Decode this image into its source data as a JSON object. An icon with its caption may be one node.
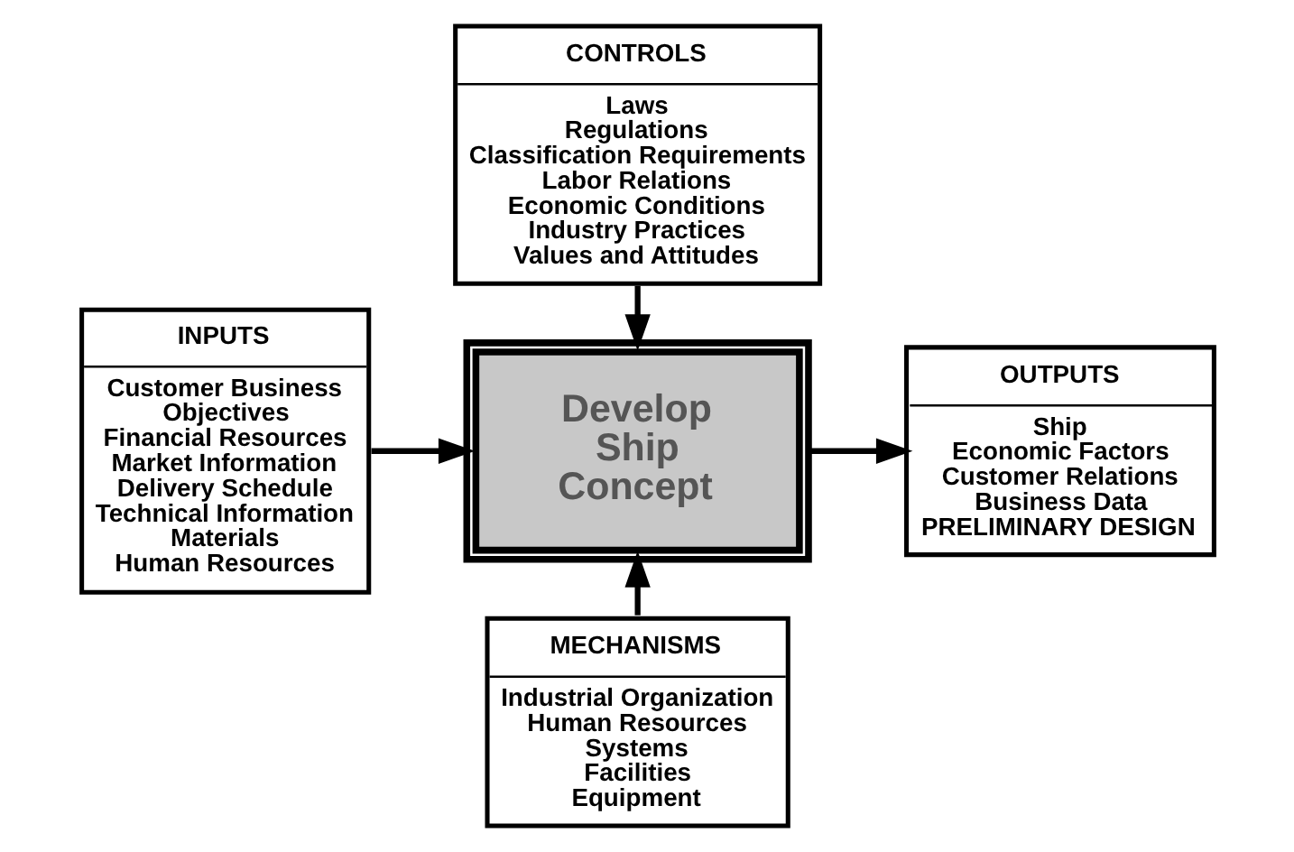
{
  "diagram": {
    "nodes": [
      {
        "text": [
          "CONTROLS",
          "Laws",
          "Regulations",
          "Classification Requirements",
          "Labor Relations",
          "Economic Conditions",
          "Industry Practices",
          "Values and Attitudes"
        ]
      },
      {
        "text": [
          "INPUTS",
          "Customer Business Objectives",
          "Financial Resources",
          "Market Information",
          "Delivery Schedule",
          "Technical Information",
          "Materials",
          "Human Resources"
        ]
      },
      {
        "text": [
          "Develop Ship Concept"
        ]
      },
      {
        "text": [
          "OUTPUTS",
          "Ship",
          "Economic Factors",
          "Customer Relations",
          "Business Data",
          "PRELIMINARY DESIGN"
        ]
      },
      {
        "text": [
          "MECHANISMS",
          "Industrial Organization",
          "Human Resources",
          "Systems",
          "Facilities",
          "Equipment"
        ]
      }
    ],
    "edges": [
      {
        "from": 0,
        "to": 2,
        "arrow": "to"
      },
      {
        "from": 1,
        "to": 2,
        "arrow": "to"
      },
      {
        "from": 2,
        "to": 3,
        "arrow": "to"
      },
      {
        "from": 4,
        "to": 2,
        "arrow": "to"
      }
    ]
  }
}
